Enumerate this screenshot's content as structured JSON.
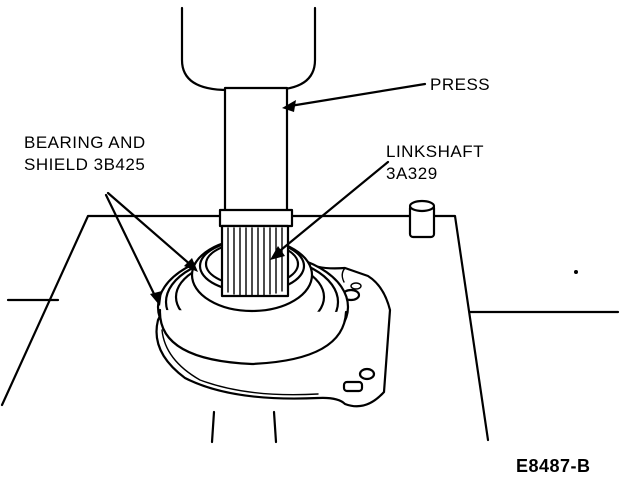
{
  "labels": {
    "press": "PRESS",
    "bearing_line1": "BEARING AND",
    "bearing_line2": "SHIELD 3B425",
    "linkshaft_line1": "LINKSHAFT",
    "linkshaft_line2": "3A329",
    "figure_id": "E8487-B"
  }
}
